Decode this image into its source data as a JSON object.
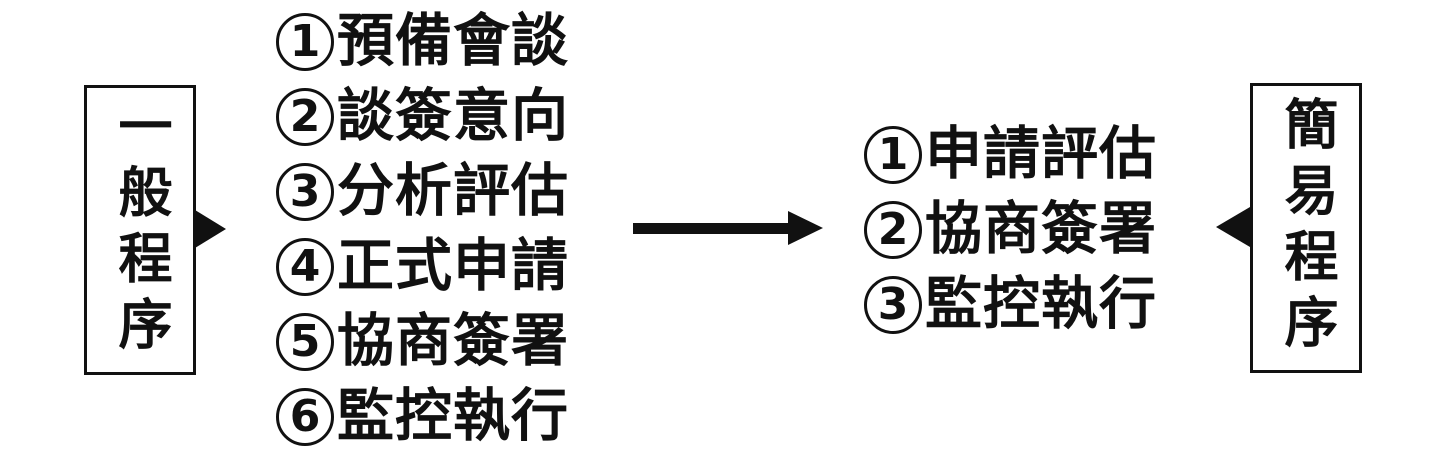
{
  "diagram": {
    "left_box": {
      "label": "一般程序"
    },
    "right_box": {
      "label": "簡易程序"
    },
    "left_list": {
      "items": [
        {
          "num": "1",
          "text": "預備會談"
        },
        {
          "num": "2",
          "text": "談簽意向"
        },
        {
          "num": "3",
          "text": "分析評估"
        },
        {
          "num": "4",
          "text": "正式申請"
        },
        {
          "num": "5",
          "text": "協商簽署"
        },
        {
          "num": "6",
          "text": "監控執行"
        }
      ]
    },
    "right_list": {
      "items": [
        {
          "num": "1",
          "text": "申請評估"
        },
        {
          "num": "2",
          "text": "協商簽署"
        },
        {
          "num": "3",
          "text": "監控執行"
        }
      ]
    }
  },
  "colors": {
    "ink": "#111111",
    "background": "#ffffff"
  }
}
